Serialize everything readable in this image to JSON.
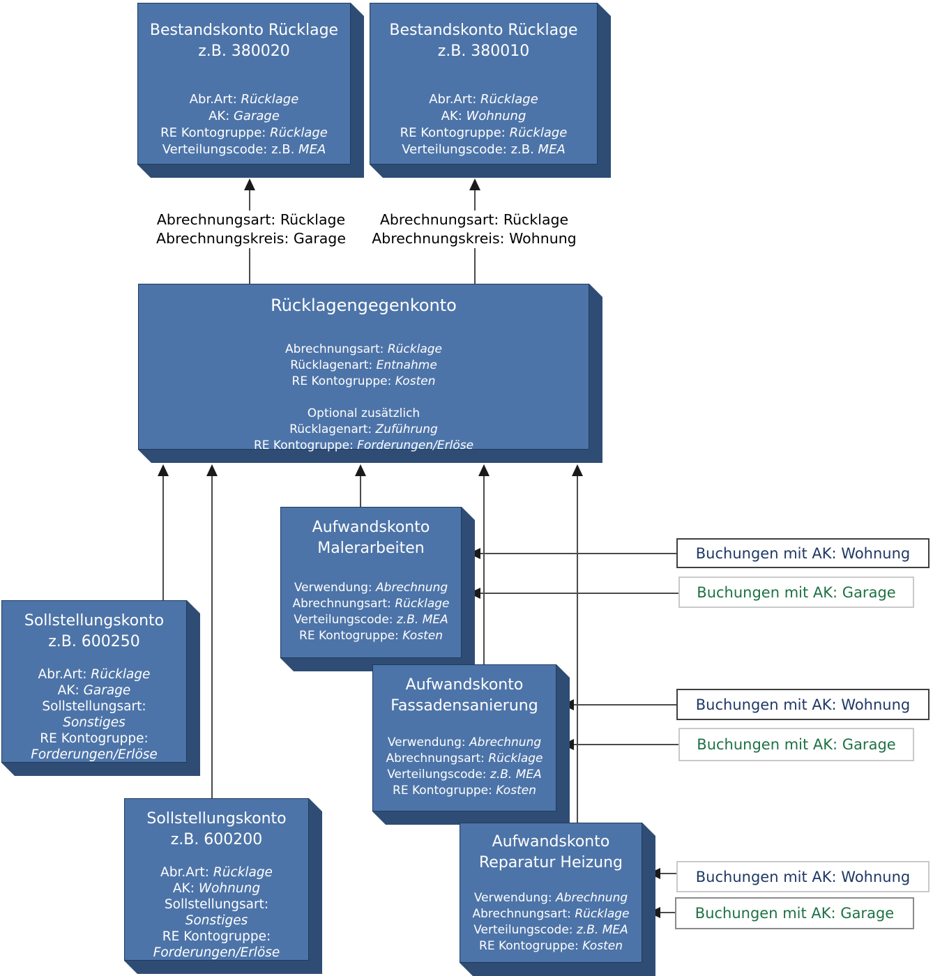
{
  "colors": {
    "box_face": "#4d74a8",
    "box_shadow": "#2f4d74",
    "wohnung_text": "#1f3864",
    "garage_text": "#1e7145"
  },
  "boxes": {
    "bestandskonto_380020": {
      "title": "Bestandskonto Rücklage",
      "subtitle": "z.B. 380020",
      "lines": [
        {
          "label": "Abr.Art: ",
          "value": "Rücklage"
        },
        {
          "label": "AK: ",
          "value": "Garage"
        },
        {
          "label": "RE Kontogruppe: ",
          "value": "Rücklage"
        },
        {
          "label": "Verteilungscode: z.B. ",
          "value": "MEA"
        }
      ]
    },
    "bestandskonto_380010": {
      "title": "Bestandskonto Rücklage",
      "subtitle": "z.B. 380010",
      "lines": [
        {
          "label": "Abr.Art: ",
          "value": "Rücklage"
        },
        {
          "label": "AK: ",
          "value": "Wohnung"
        },
        {
          "label": "RE Kontogruppe: ",
          "value": "Rücklage"
        },
        {
          "label": "Verteilungscode: z.B. ",
          "value": "MEA"
        }
      ]
    },
    "ruecklagengegenkonto": {
      "title": "Rücklagengegenkonto",
      "lines": [
        {
          "label": "Abrechnungsart: ",
          "value": "Rücklage"
        },
        {
          "label": "Rücklagenart: ",
          "value": "Entnahme"
        },
        {
          "label": "RE Kontogruppe: ",
          "value": "Kosten"
        },
        {
          "label": "",
          "value": ""
        },
        {
          "label": "Optional zusätzlich",
          "value": ""
        },
        {
          "label": "Rücklagenart: ",
          "value": "Zuführung"
        },
        {
          "label": "RE Kontogruppe: ",
          "value": "Forderungen/Erlöse"
        }
      ]
    },
    "sollstellungskonto_600250": {
      "title": "Sollstellungskonto",
      "subtitle": "z.B. 600250",
      "lines": [
        {
          "label": "Abr.Art: ",
          "value": "Rücklage"
        },
        {
          "label": "AK: ",
          "value": "Garage"
        },
        {
          "label": "Sollstellungsart:",
          "value": ""
        },
        {
          "label": "",
          "value": "Sonstiges"
        },
        {
          "label": "RE Kontogruppe:",
          "value": ""
        },
        {
          "label": "",
          "value": "Forderungen/Erlöse"
        }
      ]
    },
    "sollstellungskonto_600200": {
      "title": "Sollstellungskonto",
      "subtitle": "z.B. 600200",
      "lines": [
        {
          "label": "Abr.Art: ",
          "value": "Rücklage"
        },
        {
          "label": "AK: ",
          "value": "Wohnung"
        },
        {
          "label": "Sollstellungsart:",
          "value": ""
        },
        {
          "label": "",
          "value": "Sonstiges"
        },
        {
          "label": "RE Kontogruppe:",
          "value": ""
        },
        {
          "label": "",
          "value": "Forderungen/Erlöse"
        }
      ]
    },
    "aufwandskonto_malerarbeiten": {
      "title": "Aufwandskonto",
      "subtitle": "Malerarbeiten",
      "lines": [
        {
          "label": "Verwendung: ",
          "value": "Abrechnung"
        },
        {
          "label": "Abrechnungsart: ",
          "value": "Rücklage"
        },
        {
          "label": "Verteilungscode: ",
          "value": "z.B. MEA"
        },
        {
          "label": "RE Kontogruppe: ",
          "value": "Kosten"
        }
      ]
    },
    "aufwandskonto_fassadensanierung": {
      "title": "Aufwandskonto",
      "subtitle": "Fassadensanierung",
      "lines": [
        {
          "label": "Verwendung: ",
          "value": "Abrechnung"
        },
        {
          "label": "Abrechnungsart: ",
          "value": "Rücklage"
        },
        {
          "label": "Verteilungscode: ",
          "value": "z.B. MEA"
        },
        {
          "label": "RE Kontogruppe: ",
          "value": "Kosten"
        }
      ]
    },
    "aufwandskonto_reparatur_heizung": {
      "title": "Aufwandskonto",
      "subtitle": "Reparatur Heizung",
      "lines": [
        {
          "label": "Verwendung: ",
          "value": "Abrechnung"
        },
        {
          "label": "Abrechnungsart: ",
          "value": "Rücklage"
        },
        {
          "label": "Verteilungscode: ",
          "value": "z.B. MEA"
        },
        {
          "label": "RE Kontogruppe: ",
          "value": "Kosten"
        }
      ]
    }
  },
  "arrow_labels": {
    "garage": {
      "line1": "Abrechnungsart: Rücklage",
      "line2": "Abrechnungskreis: Garage"
    },
    "wohnung": {
      "line1": "Abrechnungsart: Rücklage",
      "line2": "Abrechnungskreis: Wohnung"
    }
  },
  "buchungen": [
    {
      "text": "Buchungen mit AK: Wohnung",
      "ak": "Wohnung"
    },
    {
      "text": "Buchungen mit AK: Garage",
      "ak": "Garage"
    },
    {
      "text": "Buchungen mit AK: Wohnung",
      "ak": "Wohnung"
    },
    {
      "text": "Buchungen mit AK: Garage",
      "ak": "Garage"
    },
    {
      "text": "Buchungen mit AK: Wohnung",
      "ak": "Wohnung"
    },
    {
      "text": "Buchungen mit AK: Garage",
      "ak": "Garage"
    }
  ]
}
